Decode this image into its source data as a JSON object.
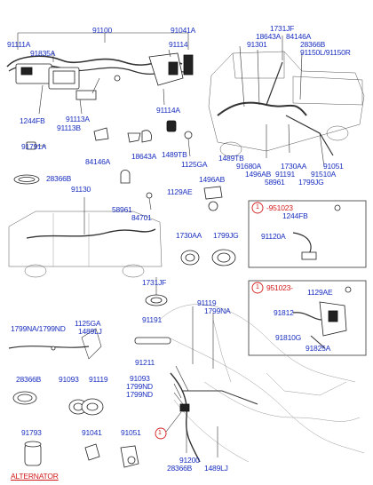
{
  "colors": {
    "label": "#1a2fbf",
    "callout": "#d21a1a",
    "line": "#333333"
  },
  "labels": {
    "p91100": "91100",
    "p91041A": "91041A",
    "p91111A": "91111A",
    "p91835A": "91835A",
    "p91114": "91114",
    "p1244FB": "1244FB",
    "p91113A": "91113A",
    "p91113B": "91113B",
    "p91114A": "91114A",
    "p1731JF_top": "1731JF",
    "p18643A_top": "18643A",
    "p84146A_top": "84146A",
    "p91301": "91301",
    "p28366B_top": "28366B",
    "p91150": "91150L/91150R",
    "p91791A": "91791A",
    "p84146A": "84146A",
    "p18643A": "18643A",
    "p1489TB": "1489TB",
    "p1125GA": "1125GA",
    "p28366B": "28366B",
    "p1489TB_truck": "1489TB",
    "p91680A": "91680A",
    "p1496AB_truck": "1496AB",
    "p58961_truck": "58961",
    "p91191_truck": "91191",
    "p1730AA_truck": "1730AA",
    "p1799JG_truck": "1799JG",
    "p91051_truck": "91051",
    "p91510A": "91510A",
    "p91130": "91130",
    "p58961": "58961",
    "p84701": "84701",
    "p1496AB": "1496AB",
    "p1129AE": "1129AE",
    "c1_num": "1",
    "c1_date": "-951023",
    "c1_1244FB": "1244FB",
    "c1_91120A": "91120A",
    "p1730AA": "1730AA",
    "p1799JG": "1799JG",
    "p1731JF": "1731JF",
    "c2_num": "1",
    "c2_date": "951023-",
    "c2_1129AE": "1129AE",
    "c2_91812": "91812",
    "c2_91810G": "91810G",
    "c2_91825A": "91825A",
    "p91119_a": "91119",
    "p1799NA_r": "1799NA",
    "p91191": "91191",
    "p1799NA_ND": "1799NA/1799ND",
    "p1125GA_b": "1125GA",
    "p1489LJ": "1489LJ",
    "p91211": "91211",
    "p91093": "91093",
    "p1799ND_a": "1799ND",
    "p1799ND_b": "1799ND",
    "p28366B_b": "28366B",
    "p91093_b": "91093",
    "p91119_b": "91119",
    "p91793": "91793",
    "p91041": "91041",
    "p91051": "91051",
    "p91200": "91200",
    "p28366B_c": "28366B",
    "p1489LJ_b": "1489LJ",
    "callout_main": "1",
    "alternator": "ALTERNATOR"
  }
}
